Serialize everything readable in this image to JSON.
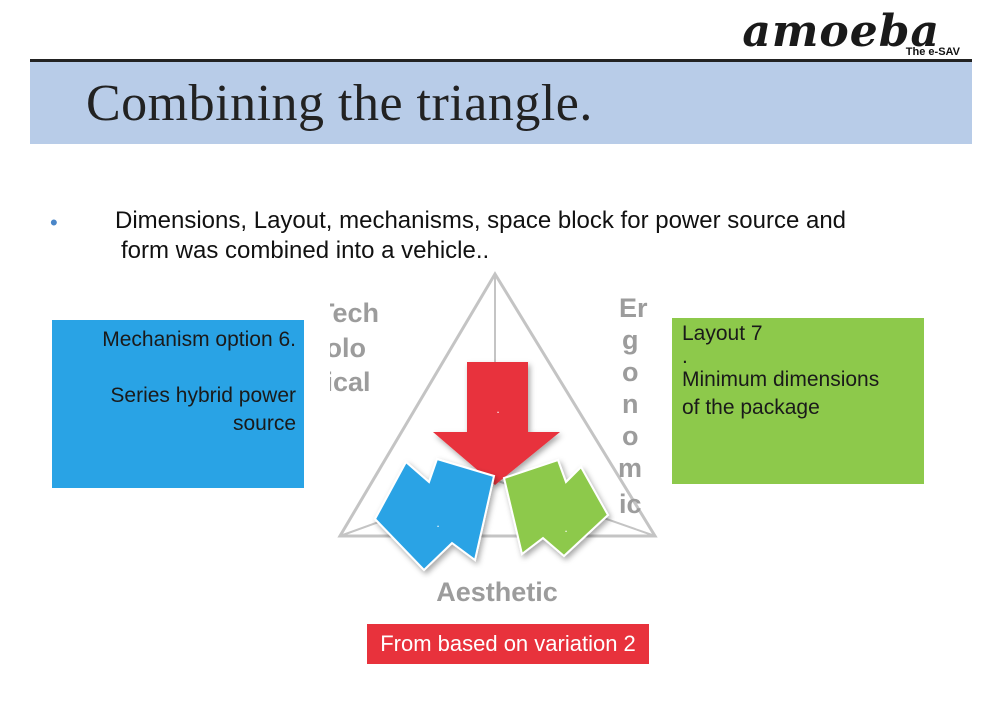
{
  "logo": {
    "wordmark": "amoeba",
    "tagline": "The e-SAV"
  },
  "slide": {
    "title": "Combining the triangle.",
    "bullet": {
      "line1": "Dimensions, Layout, mechanisms, space block for power source and",
      "line2": "form was combined into a vehicle.."
    }
  },
  "left_box": {
    "line1": "Mechanism option 6.",
    "line2": "Series hybrid power",
    "line3": "source",
    "color": "#29a3e5"
  },
  "right_box": {
    "line1": "Layout 7",
    "line2": ".",
    "line3": "Minimum dimensions",
    "line4": "of the package",
    "color": "#8dc94b"
  },
  "bottom_box": {
    "label": "From based on variation 2",
    "color": "#e8323c"
  },
  "triangle": {
    "technological": [
      "Tech",
      "nolo",
      "gical"
    ],
    "ergonomic": [
      "Er",
      "g",
      "o",
      "n",
      "o",
      "m",
      "ic"
    ],
    "aesthetic": "Aesthetic",
    "arrow_colors": {
      "red": "#e8323c",
      "blue": "#29a3e5",
      "green": "#8dc94b"
    },
    "arrow_marks": {
      "red": ".",
      "blue": ".",
      "green": "."
    }
  }
}
